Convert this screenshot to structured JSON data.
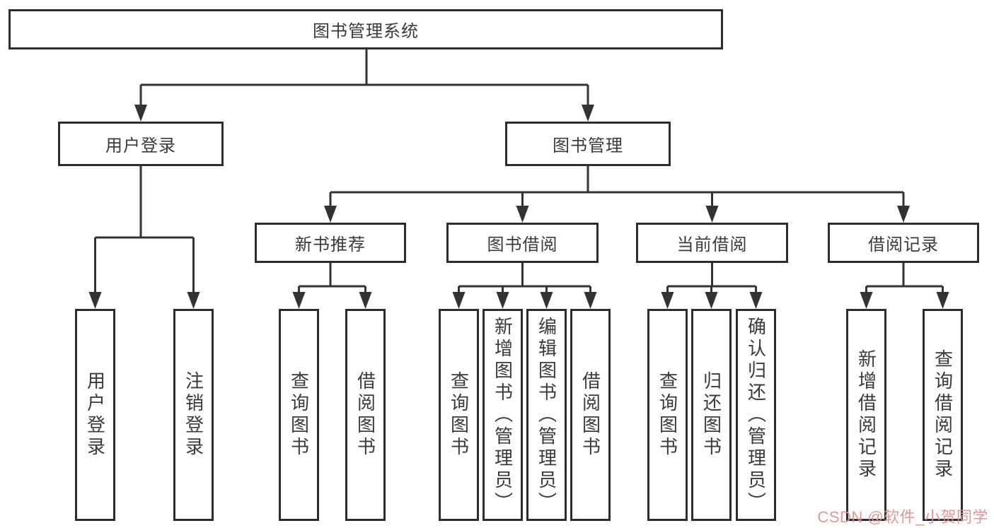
{
  "diagram": {
    "root": "图书管理系统",
    "branches": {
      "user_login": {
        "label": "用户登录",
        "children": [
          "用户登录",
          "注销登录"
        ]
      },
      "book_mgmt": {
        "label": "图书管理",
        "sections": {
          "recommend": {
            "label": "新书推荐",
            "children": [
              "查询图书",
              "借阅图书"
            ]
          },
          "borrow": {
            "label": "图书借阅",
            "children": [
              "查询图书",
              "新增图书（管理员）",
              "编辑图书（管理员）",
              "借阅图书"
            ]
          },
          "current": {
            "label": "当前借阅",
            "children": [
              "查询图书",
              "归还图书",
              "确认归还（管理员）"
            ]
          },
          "records": {
            "label": "借阅记录",
            "children": [
              "新增借阅记录",
              "查询借阅记录"
            ]
          }
        }
      }
    }
  },
  "watermark": {
    "text": "CSDN @软件_小贺同学"
  },
  "colors": {
    "line": "#333333",
    "box_border": "#2e2e2e",
    "text": "#3a3a3a",
    "background": "#ffffff",
    "watermark": "#e0908e"
  }
}
